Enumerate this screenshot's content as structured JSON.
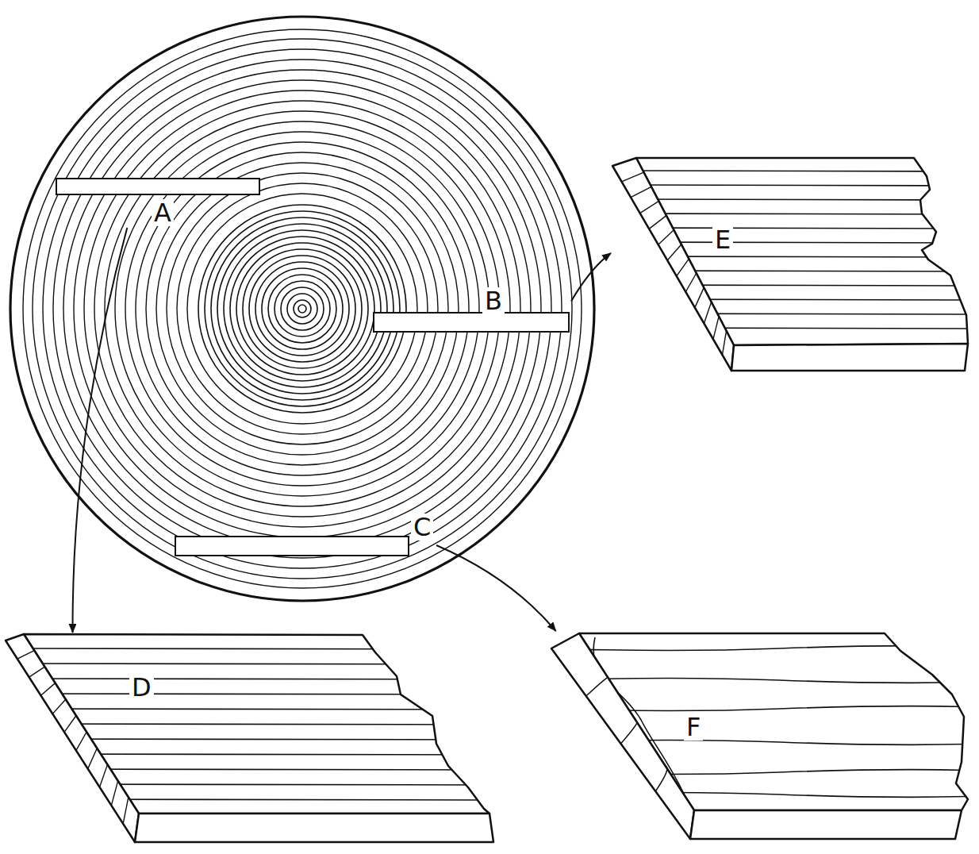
{
  "diagram": {
    "nodes": [
      {
        "text": [
          "A"
        ]
      },
      {
        "text": [
          "E"
        ]
      },
      {
        "text": [
          "B"
        ]
      },
      {
        "text": [
          "C"
        ]
      },
      {
        "text": [
          "D"
        ]
      },
      {
        "text": [
          "F"
        ]
      }
    ],
    "edges": [
      {
        "from": 0,
        "to": 4,
        "arrow": "to"
      },
      {
        "from": 2,
        "to": 1,
        "arrow": "to"
      },
      {
        "from": 3,
        "to": 5,
        "arrow": "to"
      }
    ]
  }
}
